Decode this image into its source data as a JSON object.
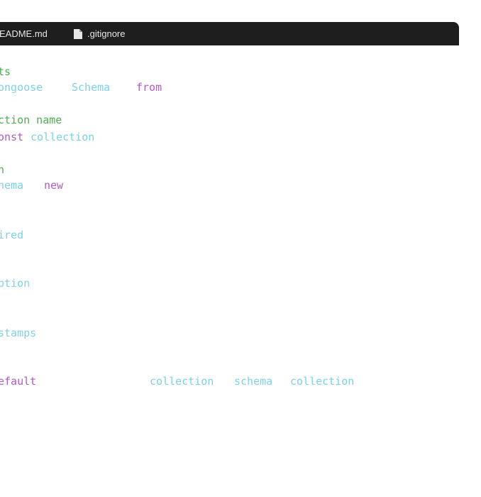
{
  "tabs": [
    {
      "label": "EADME.md",
      "icon": "file-icon"
    },
    {
      "label": ".gitignore",
      "icon": "file-icon"
    }
  ],
  "code": {
    "l1": {
      "t1": "ts"
    },
    "l2": {
      "t1": "ongoose",
      "t2": "Schema",
      "t3": "from"
    },
    "l3": {
      "t1": "ction name"
    },
    "l4": {
      "t1": "onst",
      "t2": "collection"
    },
    "l5": {
      "t1": "n"
    },
    "l6": {
      "t1": "hema",
      "t2": "new"
    },
    "l7": {
      "t1": "ired"
    },
    "l8": {
      "t1": "ption"
    },
    "l9": {
      "t1": "stamps"
    },
    "l10": {
      "t1": "efault",
      "t2": "collection",
      "t3": "schema",
      "t4": "collection"
    }
  },
  "colors": {
    "tabbar_bg": "#1e1e1e",
    "comment_green": "#4caf50",
    "identifier_cyan": "#7fd0e6",
    "keyword_purple": "#b05cc0"
  }
}
